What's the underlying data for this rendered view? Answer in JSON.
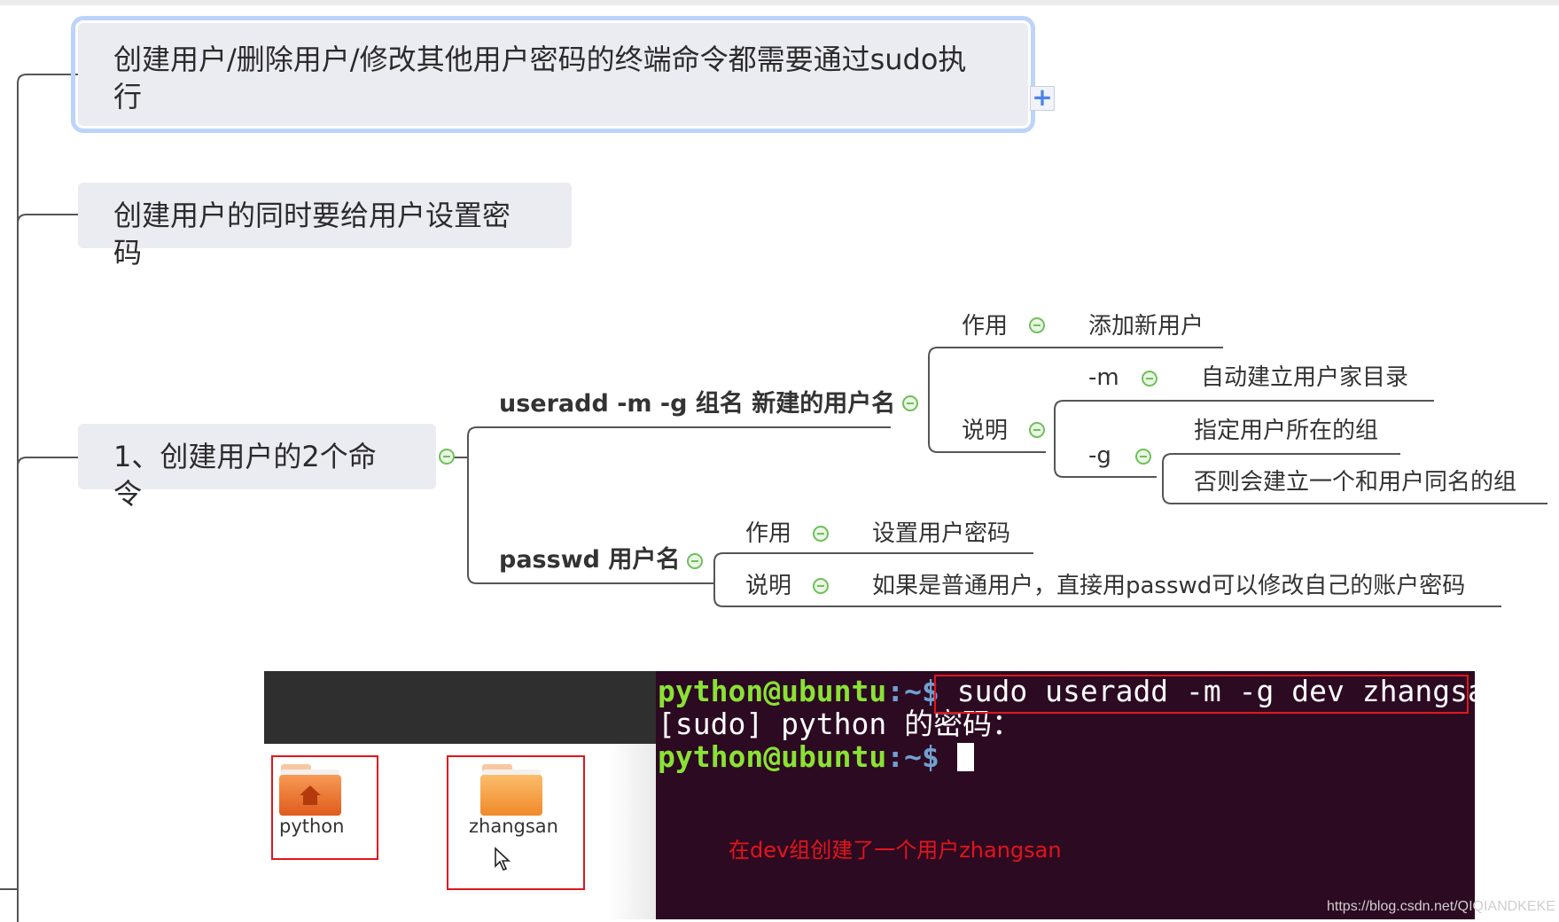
{
  "nodes": {
    "sudo_note": "创建用户/删除用户/修改其他用户密码的终端命令都需要通过sudo执行",
    "sudo_note_line1": "创建用户/删除用户/修改其他用户密码的终端命令都需要通过sudo执",
    "sudo_note_line2": "行",
    "password_note": "创建用户的同时要给用户设置密码",
    "create_commands": "1、创建用户的2个命令"
  },
  "useradd": {
    "command": "useradd -m -g 组名 新建的用户名",
    "purpose_label": "作用",
    "purpose_value": "添加新用户",
    "desc_label": "说明",
    "m_flag": "-m",
    "m_desc": "自动建立用户家目录",
    "g_flag": "-g",
    "g_desc_1": "指定用户所在的组",
    "g_desc_2": "否则会建立一个和用户同名的组"
  },
  "passwd": {
    "command": "passwd 用户名",
    "purpose_label": "作用",
    "purpose_value": "设置用户密码",
    "desc_label": "说明",
    "desc_value": "如果是普通用户，直接用passwd可以修改自己的账户密码"
  },
  "file_manager": {
    "folders": [
      {
        "name": "python",
        "icon": "home-folder-icon"
      },
      {
        "name": "zhangsan",
        "icon": "folder-icon"
      }
    ]
  },
  "terminal": {
    "prompt_user": "python@ubuntu",
    "prompt_path": ":~$",
    "command": "sudo useradd -m -g dev zhangsan",
    "sudo_prompt": "[sudo] python 的密码：",
    "annotation": "在dev组创建了一个用户zhangsan"
  },
  "watermark": "https://blog.csdn.net/QIQIANDKEKE",
  "colors": {
    "node_bg": "#ebebf2",
    "selection": "#bcd4fb",
    "collapse_green": "#6fbf5b",
    "terminal_bg": "#2c0a22",
    "prompt_green": "#8ae234",
    "prompt_blue": "#729fcf",
    "highlight_red": "#e1151c"
  }
}
